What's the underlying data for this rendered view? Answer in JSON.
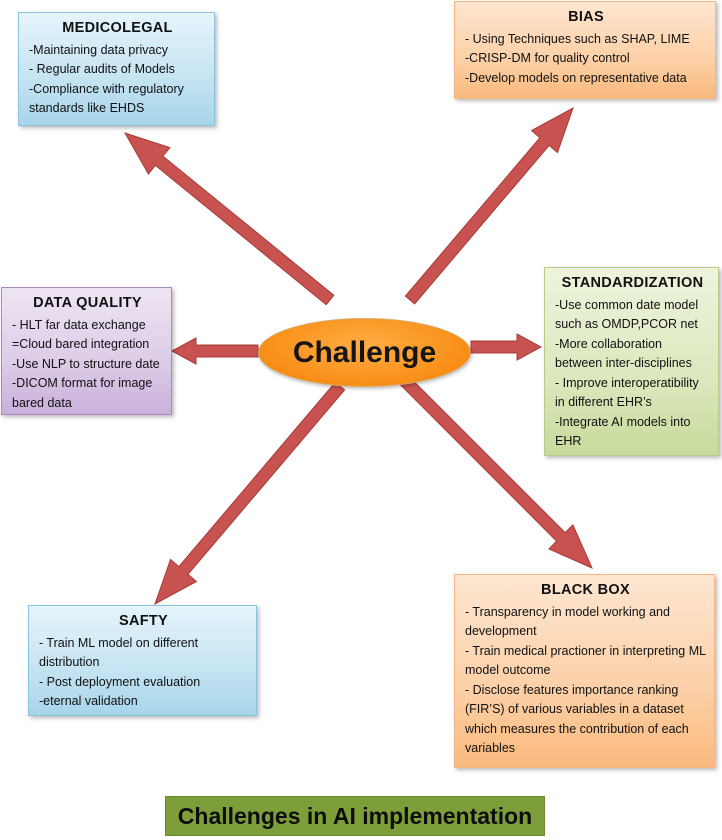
{
  "center": {
    "label": "Challenge"
  },
  "caption": "Challenges in AI implementation",
  "boxes": {
    "medicolegal": {
      "title": "MEDICOLEGAL",
      "items": [
        "-Maintaining data privacy",
        "- Regular audits of Models",
        "-Compliance with regulatory standards like EHDS"
      ]
    },
    "bias": {
      "title": "BIAS",
      "items": [
        "- Using Techniques such as SHAP, LIME",
        "-CRISP-DM for quality control",
        "-Develop models on representative data"
      ]
    },
    "standardization": {
      "title": "STANDARDIZATION",
      "items": [
        "-Use common date model such as OMDP,PCOR net",
        "-More collaboration between inter-disciplines",
        "- Improve interoperatibility in different EHR’s",
        "-Integrate AI models into EHR"
      ]
    },
    "dataquality": {
      "title": "DATA QUALITY",
      "items": [
        "- HLT far data exchange",
        "=Cloud bared integration",
        "-Use NLP to structure date",
        "-DICOM format for image bared data"
      ]
    },
    "safety": {
      "title": "SAFTY",
      "items": [
        "- Train ML model on different distribution",
        "- Post deployment evaluation",
        "-eternal validation"
      ]
    },
    "blackbox": {
      "title": "BLACK BOX",
      "items": [
        "-  Transparency in model working and development",
        "- Train medical practioner in interpreting ML model outcome",
        "- Disclose features importance  ranking (FIR’S) of various variables in a dataset which measures the contribution of each variables"
      ]
    }
  },
  "colors": {
    "arrow_fill": "#c8524f",
    "arrow_stroke": "#a83a37",
    "center_fill": "#f88e16",
    "caption_fill": "#7e9e3a"
  }
}
